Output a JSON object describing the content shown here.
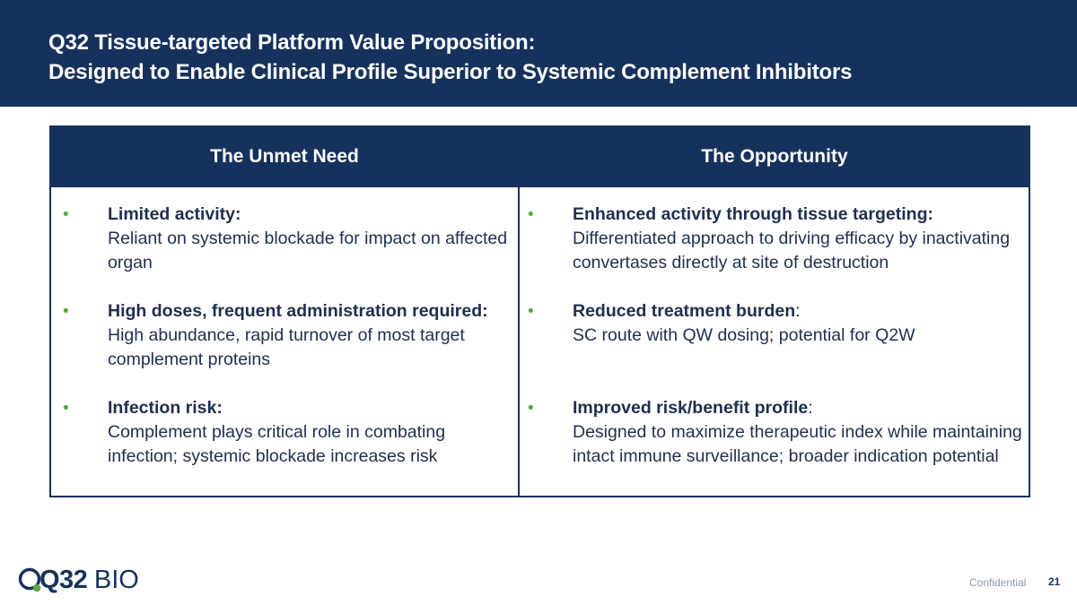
{
  "title": {
    "line1": "Q32 Tissue-targeted Platform Value Proposition:",
    "line2": "Designed to Enable Clinical Profile Superior to Systemic Complement Inhibitors"
  },
  "table": {
    "left_header": "The Unmet Need",
    "right_header": "The Opportunity",
    "left_items": [
      {
        "heading": "Limited activity:",
        "description": "Reliant on systemic blockade for impact on affected organ"
      },
      {
        "heading": "High doses, frequent administration required:",
        "description": "High abundance, rapid turnover of most target complement proteins"
      },
      {
        "heading": "Infection risk:",
        "description": "Complement plays critical role in combating infection; systemic blockade increases risk"
      }
    ],
    "right_items": [
      {
        "heading": "Enhanced activity through tissue targeting:",
        "suffix": "",
        "description": "Differentiated approach to driving efficacy by inactivating convertases directly at site of destruction"
      },
      {
        "heading": "Reduced treatment burden",
        "suffix": ":",
        "description": "SC route with QW dosing; potential for Q2W"
      },
      {
        "heading": "Improved risk/benefit profile",
        "suffix": ":",
        "description": "Designed to maximize therapeutic index while maintaining intact immune surveillance; broader indication potential"
      }
    ],
    "bullet_char": "•"
  },
  "footer": {
    "logo_bold": "Q32",
    "logo_light": "BIO",
    "confidential": "Confidential",
    "page_number": "21"
  },
  "colors": {
    "navy": "#16325c",
    "bullet_green": "#5aab3e",
    "logo_green": "#5aab3e"
  }
}
